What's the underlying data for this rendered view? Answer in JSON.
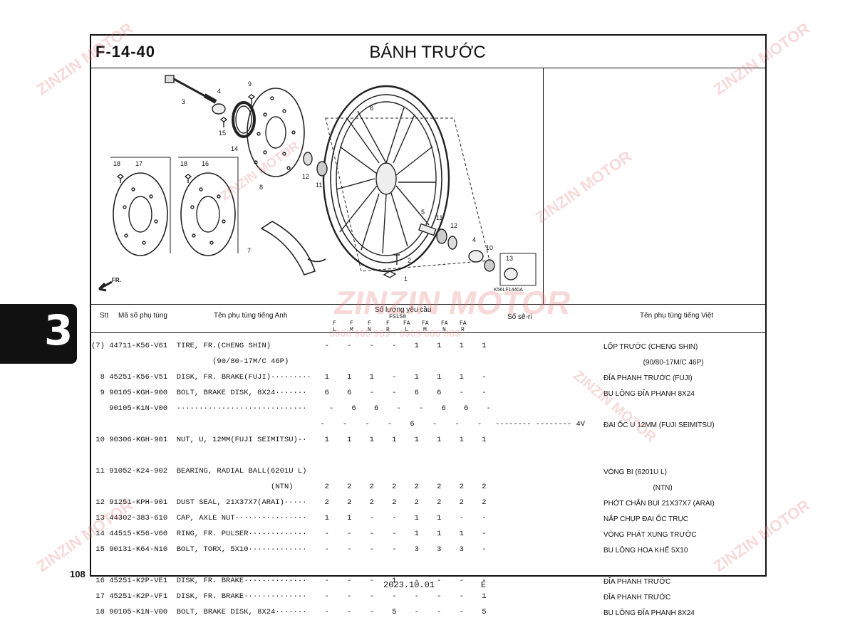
{
  "header": {
    "code": "F-14-40",
    "title": "BÁNH TRƯỚC"
  },
  "side_tab": "3",
  "page_number": "108",
  "footer": {
    "date": "2023.10.01",
    "edition": "E"
  },
  "diagram": {
    "ref_code": "K56LF1440A",
    "fr_label": "FR.",
    "callouts": [
      "3",
      "4",
      "9",
      "15",
      "14",
      "6",
      "8",
      "18",
      "17",
      "18",
      "16",
      "12",
      "11",
      "5",
      "11",
      "12",
      "7",
      "4",
      "10",
      "13",
      "2",
      "1"
    ]
  },
  "table": {
    "headers": {
      "stt": "Stt",
      "part_no": "Mã số phụ tùng",
      "name_en": "Tên phụ tùng tiếng Anh",
      "qty": "Số lượng yêu cầu",
      "model": "FS150",
      "serial": "Số sê-ri",
      "name_vn": "Tên phụ tùng tiếng Việt"
    },
    "qty_cols": [
      {
        "top": "F",
        "bottom": "L"
      },
      {
        "top": "F",
        "bottom": "M"
      },
      {
        "top": "F",
        "bottom": "N"
      },
      {
        "top": "F",
        "bottom": "R"
      },
      {
        "top": "FA",
        "bottom": "L"
      },
      {
        "top": "FA",
        "bottom": "M"
      },
      {
        "top": "FA",
        "bottom": "N"
      },
      {
        "top": "FA",
        "bottom": "R"
      }
    ],
    "rows_text": [
      "(7) 44711-K56-V61  TIRE, FR.(CHENG SHIN)            -    -    -    -    1    1    1    1",
      "                           (90/80-17M/C 46P)",
      "  8 45251-K56-V51  DISK, FR. BRAKE(FUJI)·········   1    1    1    -    1    1    1    -",
      "  9 90105-KGH-900  BOLT, BRAKE DISK, 8X24·······    6    6    -    -    6    6    -    -",
      "    90105-K1N-V00  ·····························     -    6    6    -    -    6    6    -",
      "                                                   -    -    -    -    6    -    -    -   -------- -------- 4V",
      " 10 90306-KGH-901  NUT, U, 12MM(FUJI SEIMITSU)··    1    1    1    1    1    1    1    1",
      "",
      " 11 91052-K24-902  BEARING, RADIAL BALL(6201U L)",
      "                                        (NTN)       2    2    2    2    2    2    2    2",
      " 12 91251-KPH-901  DUST SEAL, 21X37X7(ARAI)·····    2    2    2    2    2    2    2    2",
      " 13 44302-383-610  CAP, AXLE NUT················    1    1    -    -    1    1    -    -",
      " 14 44515-K56-V60  RING, FR. PULSER·············    -    -    -    -    1    1    1    -",
      " 15 90131-K64-N10  BOLT, TORX, 5X10·············    -    -    -    -    3    3    3    -",
      "",
      " 16 45251-K2P-VE1  DISK, FR. BRAKE··············    -    -    -    1    -    -    -    -",
      " 17 45251-K2P-VF1  DISK, FR. BRAKE··············    -    -    -    -    -    -    -    1",
      " 18 90105-K1N-V00  BOLT, BRAKE DISK, 8X24·······    -    -    -    5    -    -    -    5"
    ],
    "vn_names": [
      "LỐP TRƯỚC (CHENG SHIN)",
      "                    (90/80-17M/C 46P)",
      "ĐĨA PHANH TRƯỚC (FUJI)",
      "BU LÔNG ĐĨA PHANH 8X24",
      "",
      "ĐAI ỐC U 12MM (FUJI SEIMITSU)",
      "",
      "",
      "VÒNG BI (6201U L)",
      "                         (NTN)",
      "PHỚT CHẮN BỤI 21X37X7 (ARAI)",
      "NẮP CHỤP ĐAI ỐC TRỤC",
      "VÒNG PHÁT XUNG TRƯỚC",
      "BU LÔNG HOA KHẾ 5X10",
      "",
      "ĐĨA PHANH TRƯỚC",
      "ĐĨA PHANH TRƯỚC",
      "BU LÔNG ĐĨA PHANH 8X24"
    ]
  },
  "watermark": {
    "brand": "ZINZIN MOTOR",
    "phone": "0966 965 983 - 0909 666 983"
  }
}
